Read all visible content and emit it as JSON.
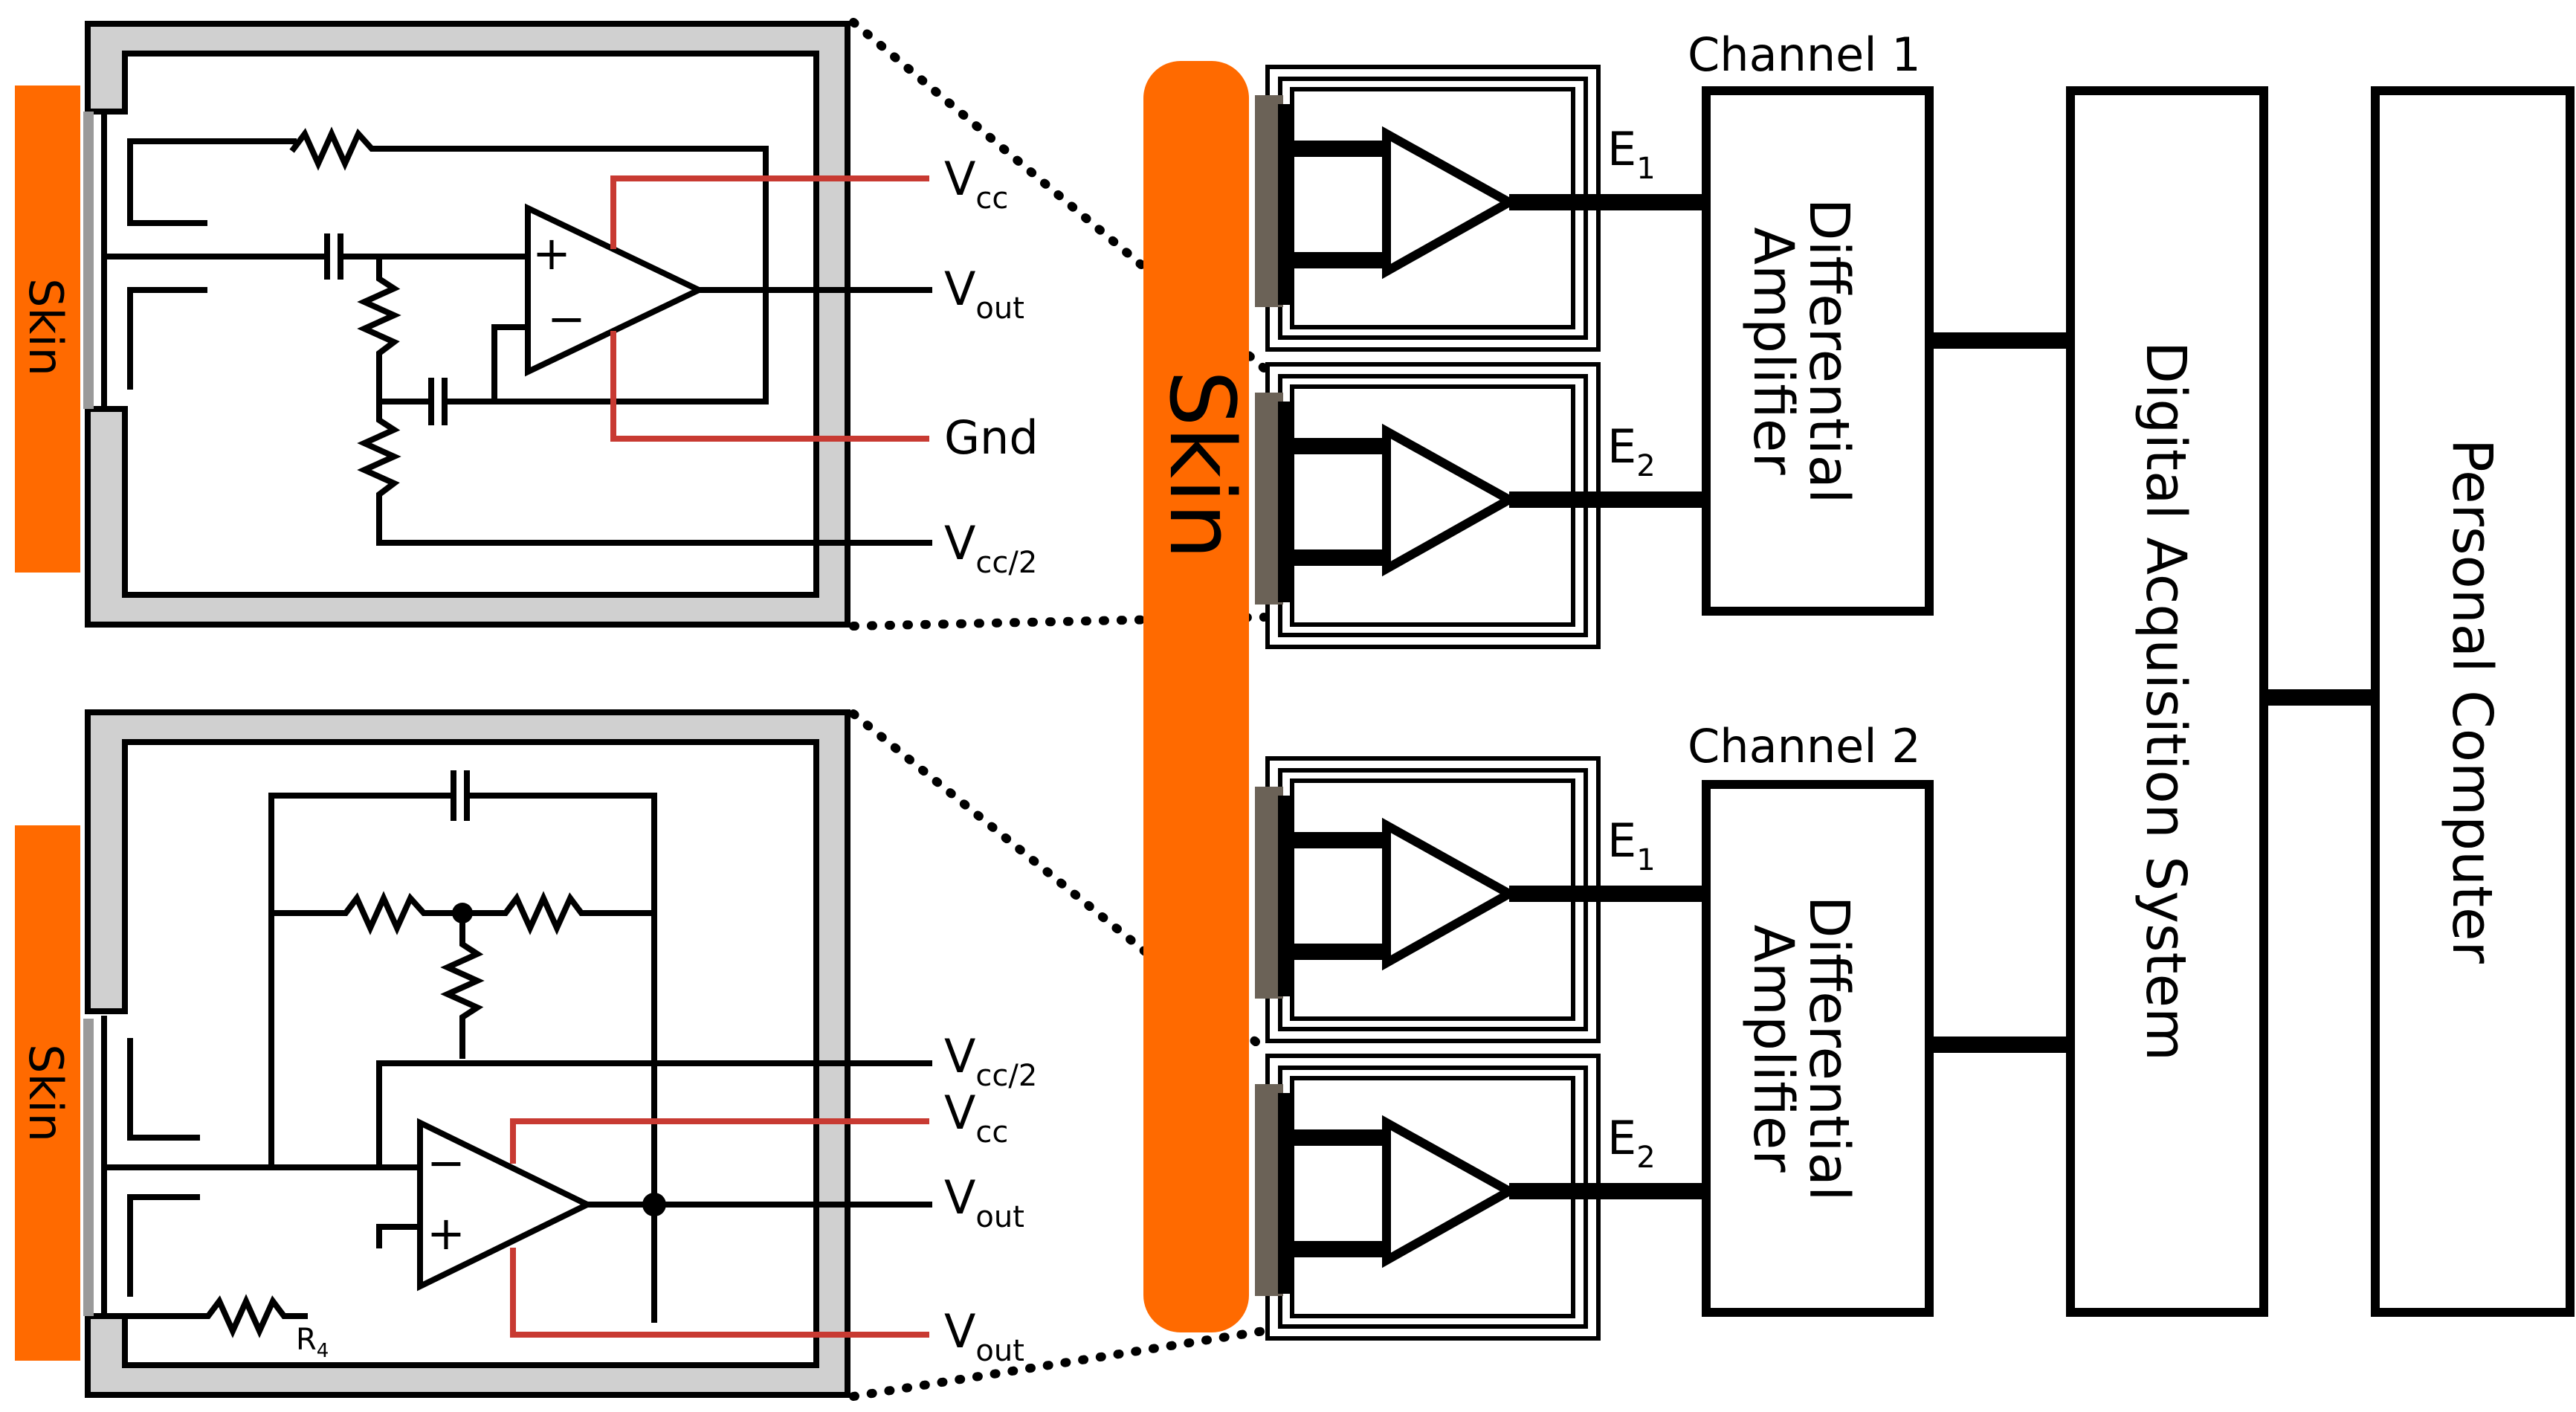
{
  "skin_label": "Skin",
  "circuit_top": {
    "skin_label": "Skin",
    "pins": [
      {
        "main": "V",
        "sub": "cc"
      },
      {
        "main": "V",
        "sub": "out"
      },
      {
        "main": "Gnd",
        "sub": ""
      },
      {
        "main": "V",
        "sub": "cc/2"
      }
    ],
    "opamp_plus": "+",
    "opamp_minus": "−"
  },
  "circuit_bottom": {
    "skin_label": "Skin",
    "pins": [
      {
        "main": "V",
        "sub": "cc/2"
      },
      {
        "main": "V",
        "sub": "cc"
      },
      {
        "main": "V",
        "sub": "out"
      },
      {
        "main": "V",
        "sub": "out"
      }
    ],
    "opamp_plus": "+",
    "opamp_minus": "−",
    "r4_main": "R",
    "r4_sub": "4"
  },
  "channels": [
    {
      "title": "Channel 1",
      "electrodes": [
        {
          "main": "E",
          "sub": "1"
        },
        {
          "main": "E",
          "sub": "2"
        }
      ],
      "amp_line1": "Differential",
      "amp_line2": "Amplifier"
    },
    {
      "title": "Channel 2",
      "electrodes": [
        {
          "main": "E",
          "sub": "1"
        },
        {
          "main": "E",
          "sub": "2"
        }
      ],
      "amp_line1": "Differential",
      "amp_line2": "Amplifier"
    }
  ],
  "daq_label": "Digital Acquisition System",
  "pc_label": "Personal Computer",
  "colors": {
    "skin": "#ff6a00",
    "wire_red": "#c83a32",
    "enclosure": "#d0d0d0",
    "electrode": "#6b6257"
  }
}
